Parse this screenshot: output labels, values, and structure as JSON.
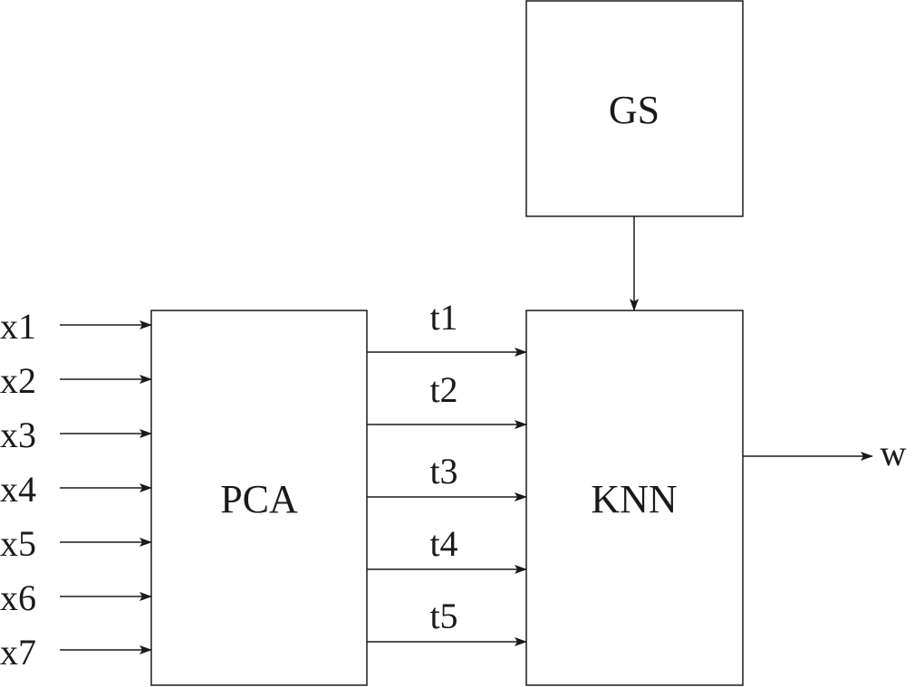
{
  "blocks": {
    "gs": "GS",
    "pca": "PCA",
    "knn": "KNN"
  },
  "inputs": [
    "x1",
    "x2",
    "x3",
    "x4",
    "x5",
    "x6",
    "x7"
  ],
  "components": [
    "t1",
    "t2",
    "t3",
    "t4",
    "t5"
  ],
  "output": "w"
}
